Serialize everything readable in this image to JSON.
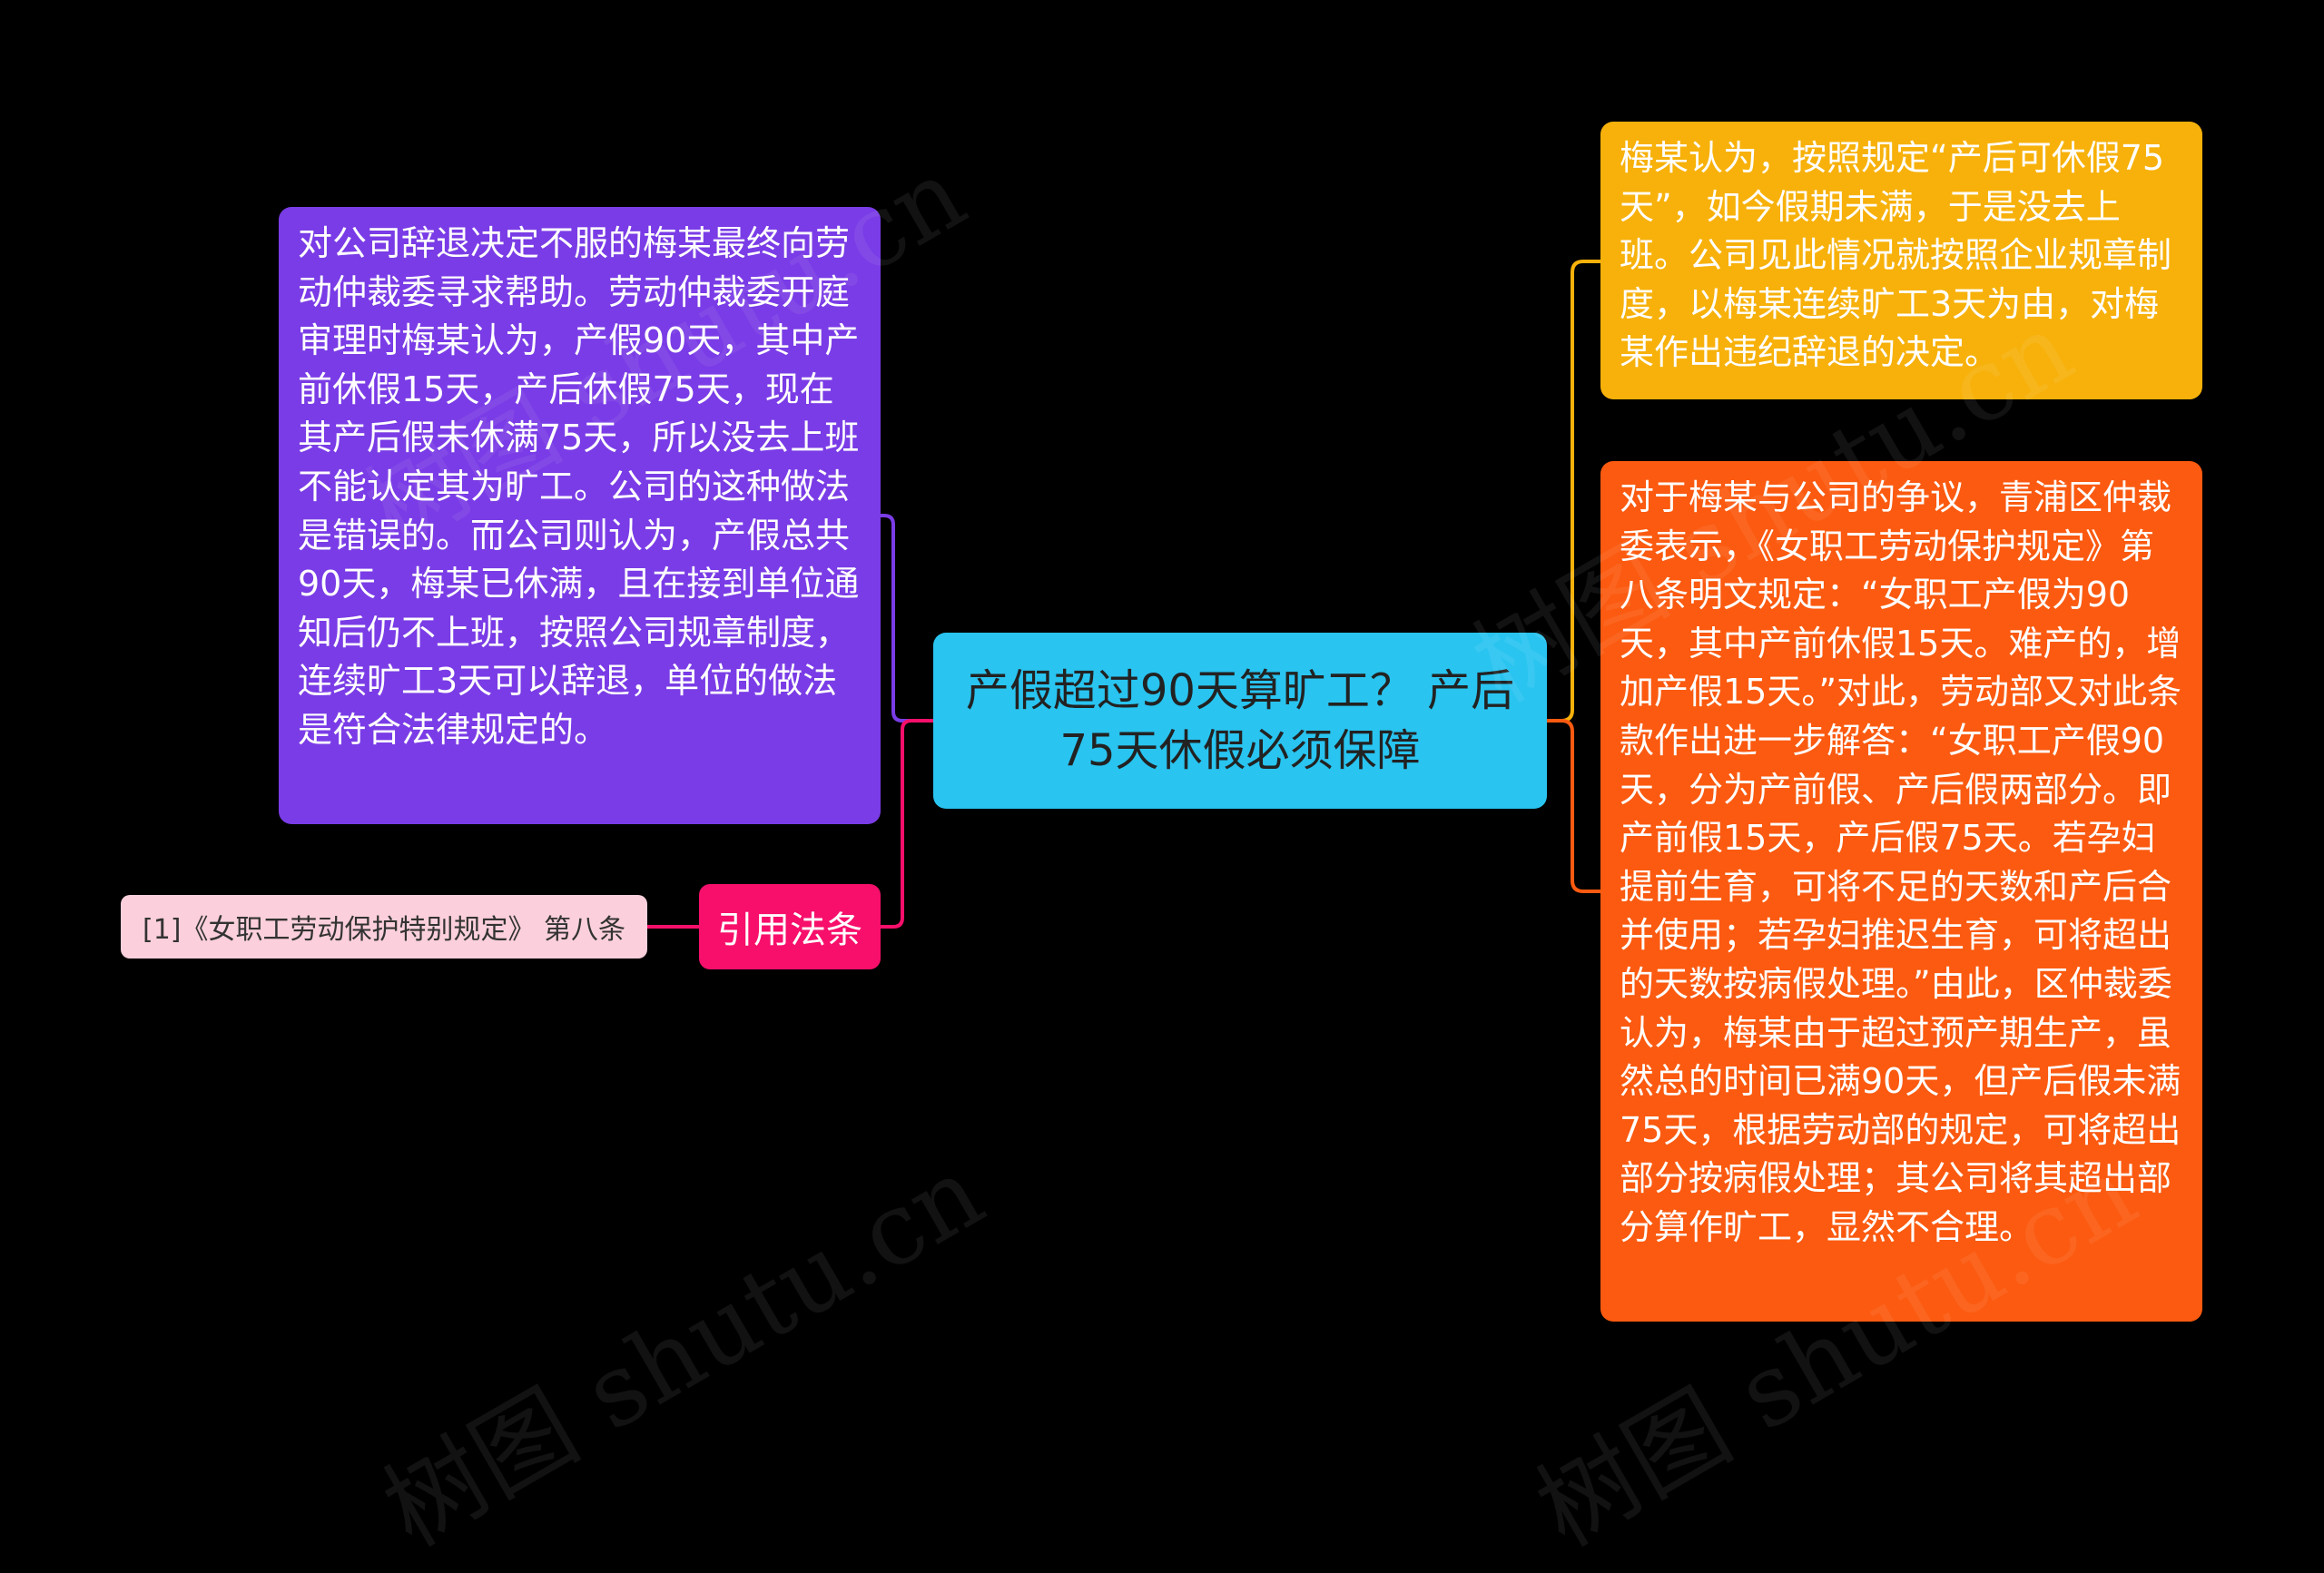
{
  "center": {
    "title": "产假超过90天算旷工？ 产后75天休假必须保障"
  },
  "left": {
    "main_text": "对公司辞退决定不服的梅某最终向劳动仲裁委寻求帮助。劳动仲裁委开庭审理时梅某认为，产假90天，其中产前休假15天，产后休假75天，现在其产后假未休满75天，所以没去上班不能认定其为旷工。公司的这种做法是错误的。而公司则认为，产假总共90天，梅某已休满，且在接到单位通知后仍不上班，按照公司规章制度，连续旷工3天可以辞退，单位的做法是符合法律规定的。",
    "citation_label": "引用法条",
    "citation_item": "[1]《女职工劳动保护特别规定》 第八条"
  },
  "right": {
    "top_text": "梅某认为，按照规定“产后可休假75天”，如今假期未满，于是没去上班。公司见此情况就按照企业规章制度，以梅某连续旷工3天为由，对梅某作出违纪辞退的决定。",
    "bottom_text": "对于梅某与公司的争议，青浦区仲裁委表示，《女职工劳动保护规定》第八条明文规定：“女职工产假为90天，其中产前休假15天。难产的，增加产假15天。”对此，劳动部又对此条款作出进一步解答：“女职工产假90天，分为产前假、产后假两部分。即产前假15天，产后假75天。若孕妇提前生育，可将不足的天数和产后合并使用；若孕妇推迟生育，可将超出的天数按病假处理。”由此，区仲裁委认为，梅某由于超过预产期生产，虽然总的时间已满90天，但产后假未满75天，根据劳动部的规定，可将超出部分按病假处理；其公司将其超出部分算作旷工，显然不合理。"
  },
  "watermark": "树图 shutu.cn",
  "colors": {
    "background": "#000000",
    "center": "#29C4F0",
    "left_main": "#7A3CE6",
    "citation_label": "#F70F6B",
    "citation_item": "#FBD0DC",
    "right_top": "#F7B10A",
    "right_bottom": "#FB5A10"
  }
}
